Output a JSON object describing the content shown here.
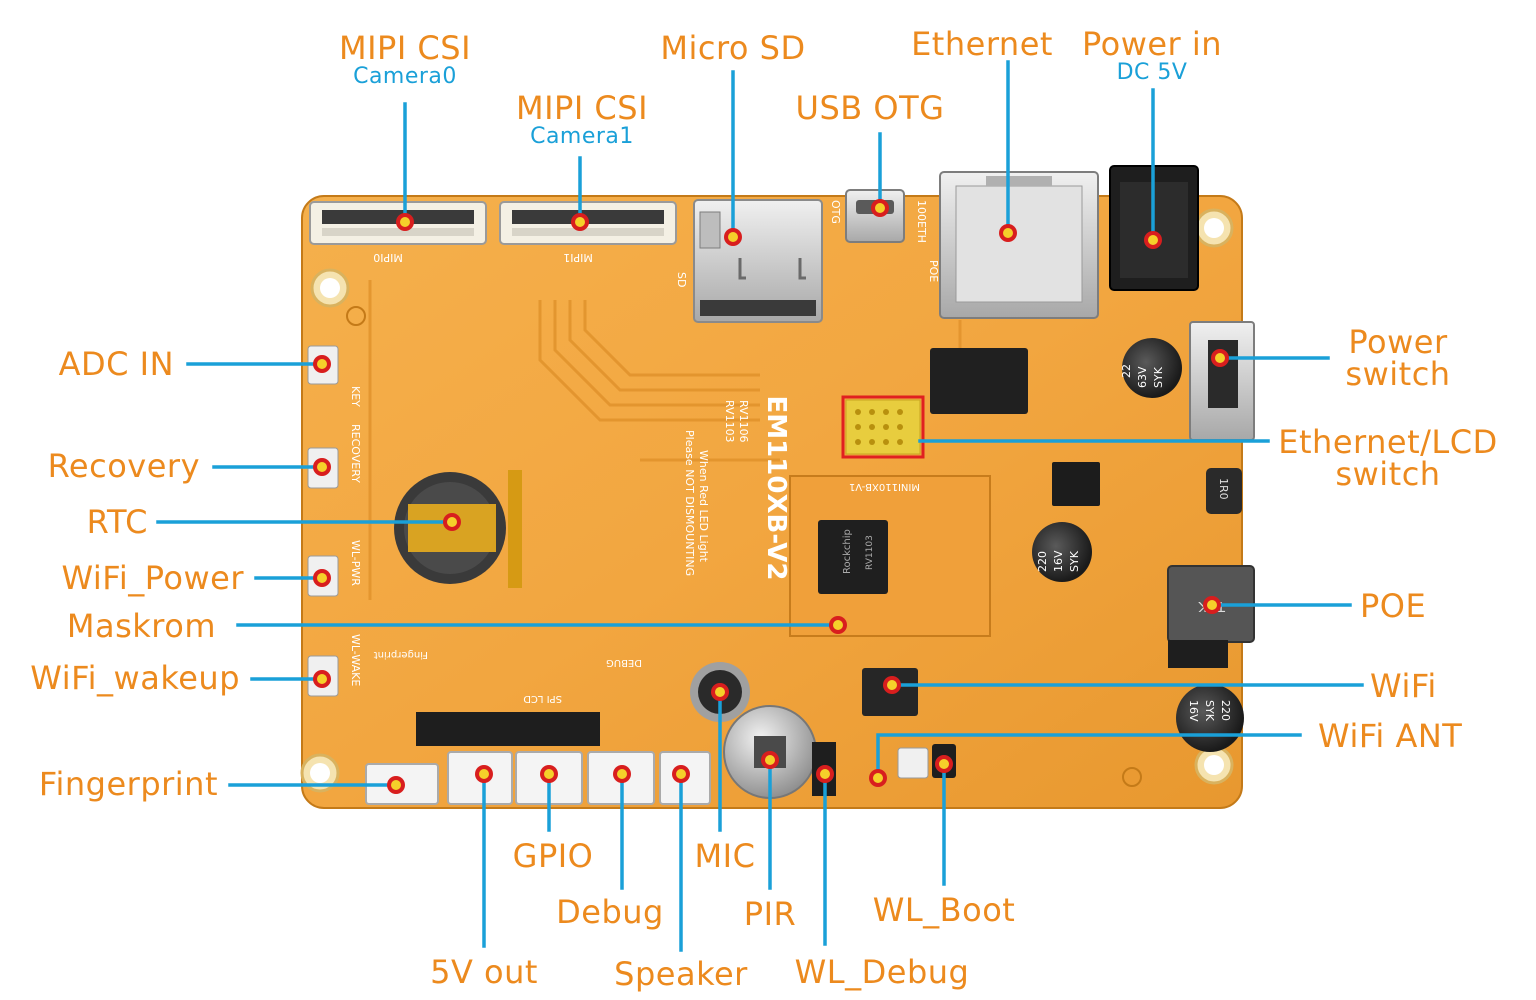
{
  "colors": {
    "label": "#ec8a1e",
    "sublabel": "#1aa0d8",
    "leader": "#1aa0d8",
    "dot_fill": "#f5d02a",
    "dot_ring": "#d81e1e",
    "board": "#f2a640",
    "highlight_box": "#e02020"
  },
  "labels": {
    "mipi_csi_cam0": "MIPI CSI",
    "camera0": "Camera0",
    "mipi_csi_cam1": "MIPI CSI",
    "camera1": "Camera1",
    "micro_sd": "Micro SD",
    "usb_otg": "USB OTG",
    "ethernet": "Ethernet",
    "power_in": "Power in",
    "dc_5v": "DC 5V",
    "adc_in": "ADC IN",
    "recovery": "Recovery",
    "rtc": "RTC",
    "wifi_power": "WiFi_Power",
    "maskrom": "Maskrom",
    "wifi_wakeup": "WiFi_wakeup",
    "fingerprint": "Fingerprint",
    "power_switch_1": "Power",
    "power_switch_2": "switch",
    "eth_lcd_switch_1": "Ethernet/LCD",
    "eth_lcd_switch_2": "switch",
    "poe": "POE",
    "wifi": "WiFi",
    "wifi_ant": "WiFi ANT",
    "gpio": "GPIO",
    "debug": "Debug",
    "mic": "MIC",
    "pir": "PIR",
    "wl_boot": "WL_Boot",
    "five_v_out": "5V out",
    "speaker": "Speaker",
    "wl_debug": "WL_Debug"
  },
  "board_text": {
    "model": "EM110XB-V2",
    "mipi0_silk": "MIPI0",
    "mipi1_silk": "MIPI1",
    "sd_silk": "SD",
    "otg_silk": "OTG",
    "eth_silk": "100ETH",
    "poe_silk": "POE",
    "key_silk": "KEY",
    "recovery_silk": "RECOVERY",
    "wlpwr_silk": "WL-PWR",
    "wlwake_silk": "WL-WAKE",
    "fingerprint_silk": "Fingerprint",
    "debug_silk": "DEBUG",
    "spilcd_silk": "SPI LCD",
    "soc_brand": "Rockchip",
    "soc_part": "RV1103",
    "rv1106_silk": "RV1106",
    "rv1103_silk": "RV1103",
    "warning_1": "When Red LED Light",
    "warning_2": "Please NOT DISMOUNTING",
    "cap1_1": "22",
    "cap1_2": "63V",
    "cap1_3": "SYK",
    "cap2_1": "220",
    "cap2_2": "16V",
    "cap2_3": "SYK",
    "cap3_1": "16V",
    "cap3_2": "SYK",
    "cap3_3": "220",
    "inductor": "1R0",
    "poe_xfmr": "TDK",
    "mini_silk": "MINI110XB-V1"
  }
}
